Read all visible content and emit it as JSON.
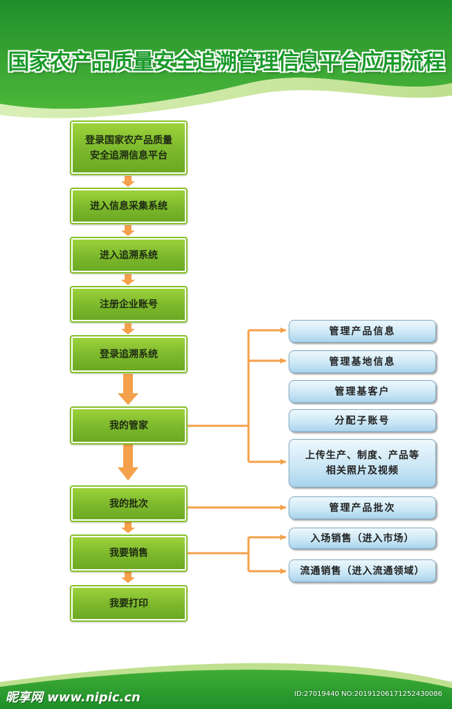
{
  "title": "国家农产品质量安全追溯管理信息平台应用流程",
  "steps": [
    "登录国家农产品质量\n安全追溯信息平台",
    "进入信息采集系统",
    "进入追溯系统",
    "注册企业账号",
    "登录追溯系统",
    "我的管家",
    "我的批次",
    "我要销售",
    "我要打印"
  ],
  "branches": {
    "my_butler": [
      "管理产品信息",
      "管理基地信息",
      "管理基客户",
      "分配子账号",
      "上传生产、制度、产品等\n相关照片及视频"
    ],
    "my_batch": [
      "管理产品批次"
    ],
    "sales": [
      "入场销售（进入市场）",
      "流通销售（进入流通领域）"
    ]
  },
  "watermark": {
    "logo": "昵享网 www.nipic.cn",
    "id": "ID:27019440 NO:20191206171252430086"
  },
  "colors": {
    "title": "#1a9a2a",
    "step_fill": "#7cb82c",
    "sub_fill": "#c9e6f5",
    "arrow": "#f5a04a",
    "banner": "#2e9d2b"
  }
}
